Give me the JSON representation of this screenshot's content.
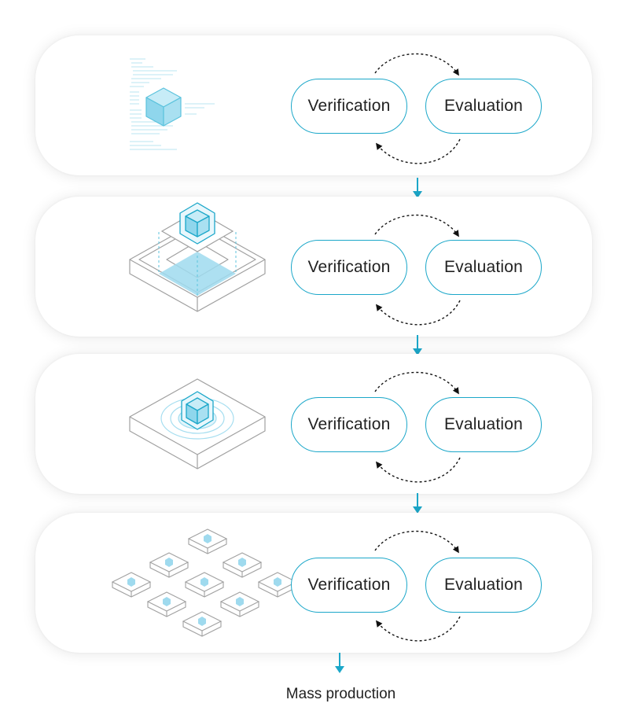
{
  "stages": [
    {
      "verification_label": "Verification",
      "evaluation_label": "Evaluation",
      "illustration_icon": "code-cube-icon"
    },
    {
      "verification_label": "Verification",
      "evaluation_label": "Evaluation",
      "illustration_icon": "platform-cube-icon"
    },
    {
      "verification_label": "Verification",
      "evaluation_label": "Evaluation",
      "illustration_icon": "base-target-cube-icon"
    },
    {
      "verification_label": "Verification",
      "evaluation_label": "Evaluation",
      "illustration_icon": "multiple-modules-icon"
    }
  ],
  "final_label": "Mass production",
  "colors": {
    "accent": "#1ba7c9",
    "cube_fill": "#a6def0",
    "gray_line": "#9a9a9a",
    "text": "#222222"
  }
}
